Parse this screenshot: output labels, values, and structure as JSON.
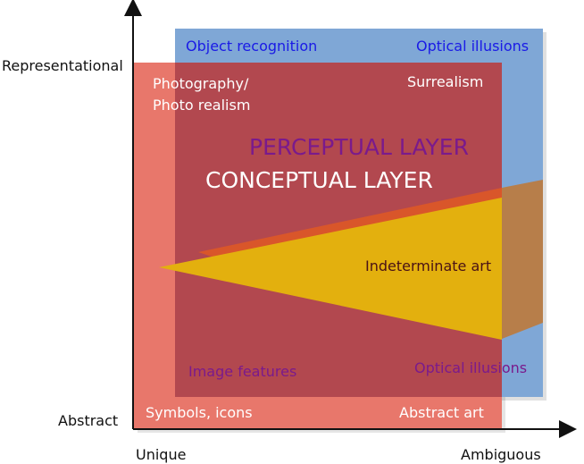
{
  "axes": {
    "y_top_label": "Representational",
    "y_bottom_label": "Abstract",
    "x_left_label": "Unique",
    "x_right_label": "Ambiguous"
  },
  "regions": {
    "object_recognition": "Object recognition",
    "optical_illusions_top": "Optical illusions",
    "photography_line1": "Photography/",
    "photography_line2": "Photo realism",
    "surrealism": "Surrealism",
    "perceptual_layer": "PERCEPTUAL LAYER",
    "conceptual_layer": "CONCEPTUAL LAYER",
    "indeterminate_art": "Indeterminate art",
    "image_features": "Image features",
    "optical_illusions_bottom": "Optical illusions",
    "symbols_icons": "Symbols, icons",
    "abstract_art": "Abstract art"
  },
  "colors": {
    "perceptual_layer_fill": "#7fa7d6",
    "conceptual_layer_fill": "#e8776b",
    "overlap_fill": "#b2484f",
    "wedge_orange": "#d9562a",
    "wedge_yellow": "#e3b00e",
    "wedge_brown": "#b77e4a",
    "axis": "#111111"
  }
}
